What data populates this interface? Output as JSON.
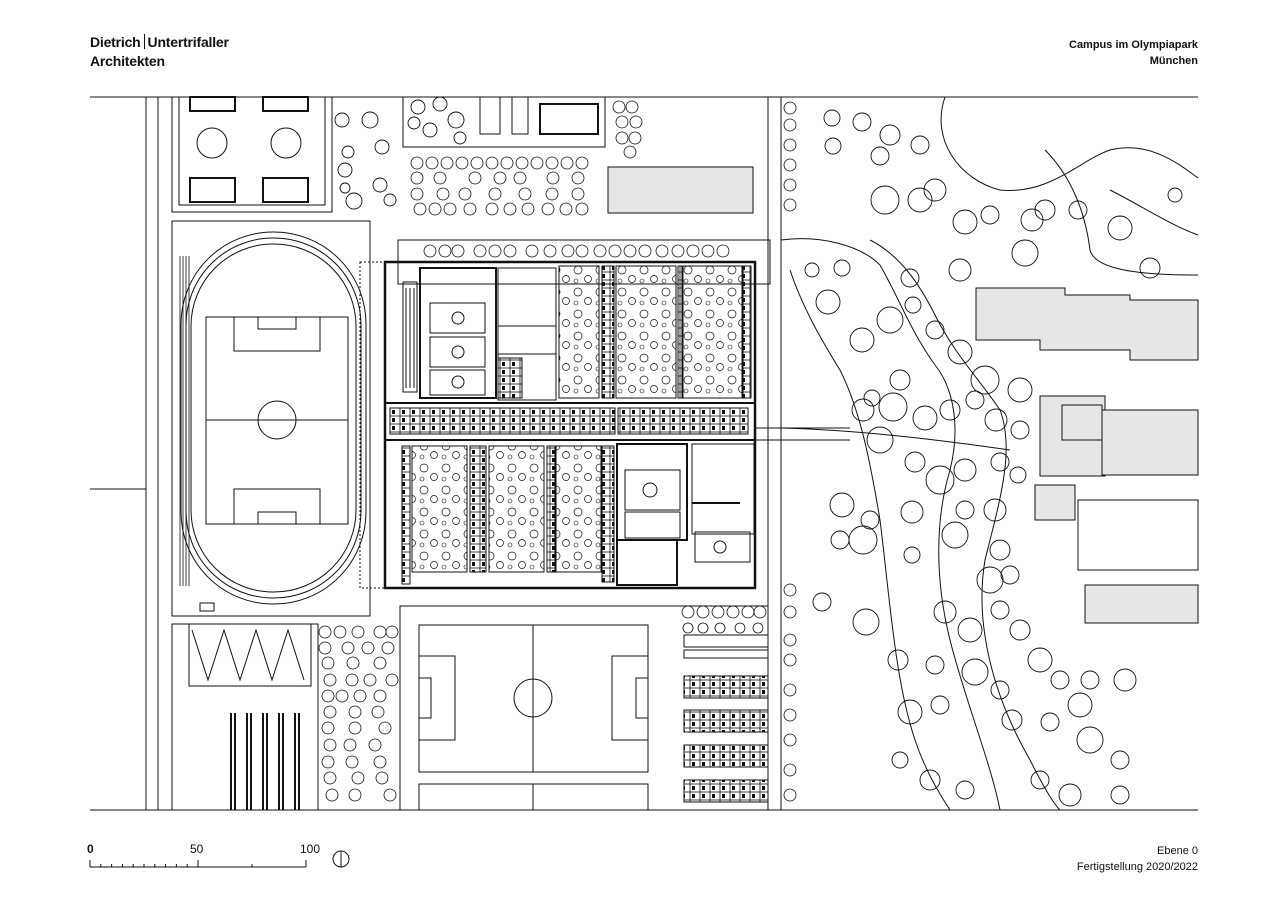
{
  "header": {
    "office_part1": "Dietrich",
    "office_part2": "Untertrifaller",
    "office_line2": "Architekten",
    "project_title": "Campus im Olympiapark",
    "project_city": "München"
  },
  "scale_bar": {
    "label_0": "0",
    "label_50": "50",
    "label_100": "100"
  },
  "footer": {
    "level": "Ebene 0",
    "completion": "Fertigstellung 2020/2022"
  },
  "colors": {
    "line": "#111111",
    "building_fill": "#e6e6e6"
  }
}
